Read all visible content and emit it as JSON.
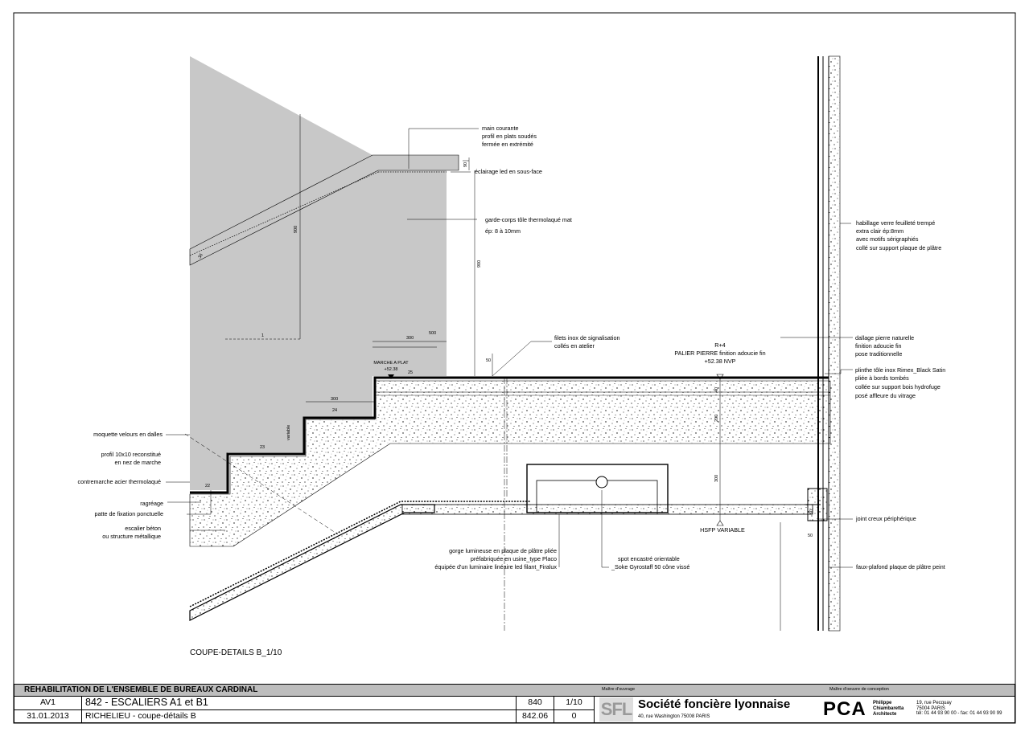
{
  "drawing": {
    "caption": "COUPE-DETAILS B_1/10",
    "labels": {
      "main_courante": [
        "main courante",
        "profil en plats soudés",
        "fermée en extrémité"
      ],
      "eclairage": "éclairage led en sous-face",
      "garde_corps": [
        "garde-corps tôle thermolaqué mat",
        "ép: 8 à 10mm"
      ],
      "filets": [
        "filets inox de signalisation",
        "collés en atelier"
      ],
      "palier": [
        "R+4",
        "PALIER PIERRE finition adoucie fin",
        "+52.38 NVP"
      ],
      "marche_a_plat": [
        "MARCHE A PLAT",
        "+52.38"
      ],
      "habillage": [
        "habillage verre feuilleté trempé",
        "extra clair ép:8mm",
        "avec motifs sérigraphiés",
        "collé sur support plaque de plâtre"
      ],
      "dallage": [
        "dallage pierre naturelle",
        "finition adoucie fin",
        "pose traditionnelle"
      ],
      "plinthe": [
        "plinthe tôle inox Rimex_Black Satin",
        "pliée à bords tombés",
        "collée sur support bois hydrofuge",
        "posé affleure du vitrage"
      ],
      "moquette": "moquette velours en dalles",
      "profil": [
        "profil 10x10 reconstitué",
        "en nez de marche"
      ],
      "contremarche": "contremarche acier thermolaqué",
      "ragreage": "ragréage",
      "patte": "patte de fixation ponctuelle",
      "escalier": [
        "escalier béton",
        "ou structure métallique"
      ],
      "gorge": [
        "gorge lumineuse en plaque de plâtre pliée",
        "préfabriquée en usine_type Placo",
        "équipée d'un luminaire linéaire led filant_Firalux"
      ],
      "spot": [
        "spot encastré orientable",
        "_Soke Gyrostaff 50 cône vissé"
      ],
      "hsfp": "HSFP VARIABLE",
      "joint": "joint creux périphérique",
      "faux_plafond": "faux-plafond plaque de plâtre peint"
    },
    "dims": {
      "d90a": "90",
      "d900a": "900",
      "d900b": "900",
      "d36": "36",
      "d1": "1",
      "d300a": "300",
      "d500": "500",
      "d50": "50",
      "d25": "25",
      "d300b": "300",
      "d24": "24",
      "d23": "23",
      "d22": "22",
      "variable": "variable",
      "d40": "40",
      "d200": "200",
      "d300c": "300",
      "d60": "60",
      "d50b": "50"
    }
  },
  "title_block": {
    "project": "REHABILITATION DE L'ENSEMBLE DE BUREAUX CARDINAL",
    "maitre_ouvrage_label": "Maître d'ouvrage",
    "maitre_oeuvre_label": "Maître d'oeuvre de conception",
    "phase": "AV1",
    "date": "31.01.2013",
    "title": "842 - ESCALIERS A1 et B1",
    "subtitle": "RICHELIEU - coupe-détails B",
    "code1": "840",
    "code2": "842.06",
    "scale": "1/10",
    "index": "0",
    "client_logo": "SFL",
    "client_name": "Société foncière lyonnaise",
    "client_address": "40, rue Washington    75008 PARIS",
    "architect_logo": "PCA",
    "architect_name": [
      "Philippe",
      "Chiambaretta",
      "Architecte"
    ],
    "architect_address": [
      "19, rue Pecquay",
      "75004 PARIS",
      "tél: 01 44 93 90 00 - fax: 01 44 93 90 99"
    ]
  },
  "colors": {
    "railing_fill": "#c8c8c8",
    "title_band": "#bdbdbd"
  }
}
